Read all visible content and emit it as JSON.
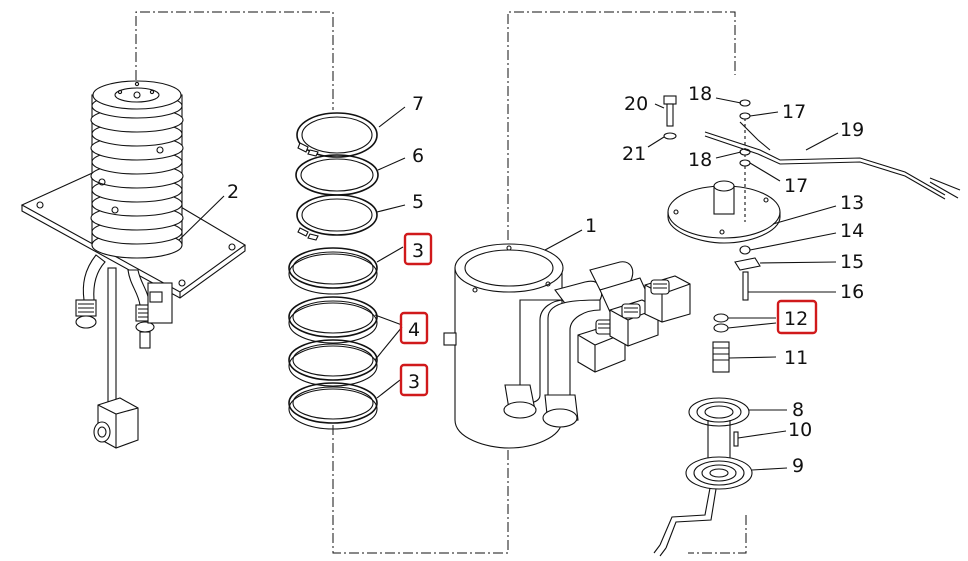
{
  "labels": {
    "p1": "1",
    "p2": "2",
    "p3a": "3",
    "p3b": "3",
    "p4": "4",
    "p5": "5",
    "p6": "6",
    "p7": "7",
    "p8": "8",
    "p9": "9",
    "p10": "10",
    "p11": "11",
    "p12": "12",
    "p13": "13",
    "p14": "14",
    "p15": "15",
    "p16": "16",
    "p17a": "17",
    "p17b": "17",
    "p18a": "18",
    "p18b": "18",
    "p19": "19",
    "p20": "20",
    "p21": "21"
  },
  "colors": {
    "highlight": "#d0191b",
    "line": "#111111"
  },
  "highlighted_parts": [
    "3",
    "4",
    "3",
    "12"
  ]
}
